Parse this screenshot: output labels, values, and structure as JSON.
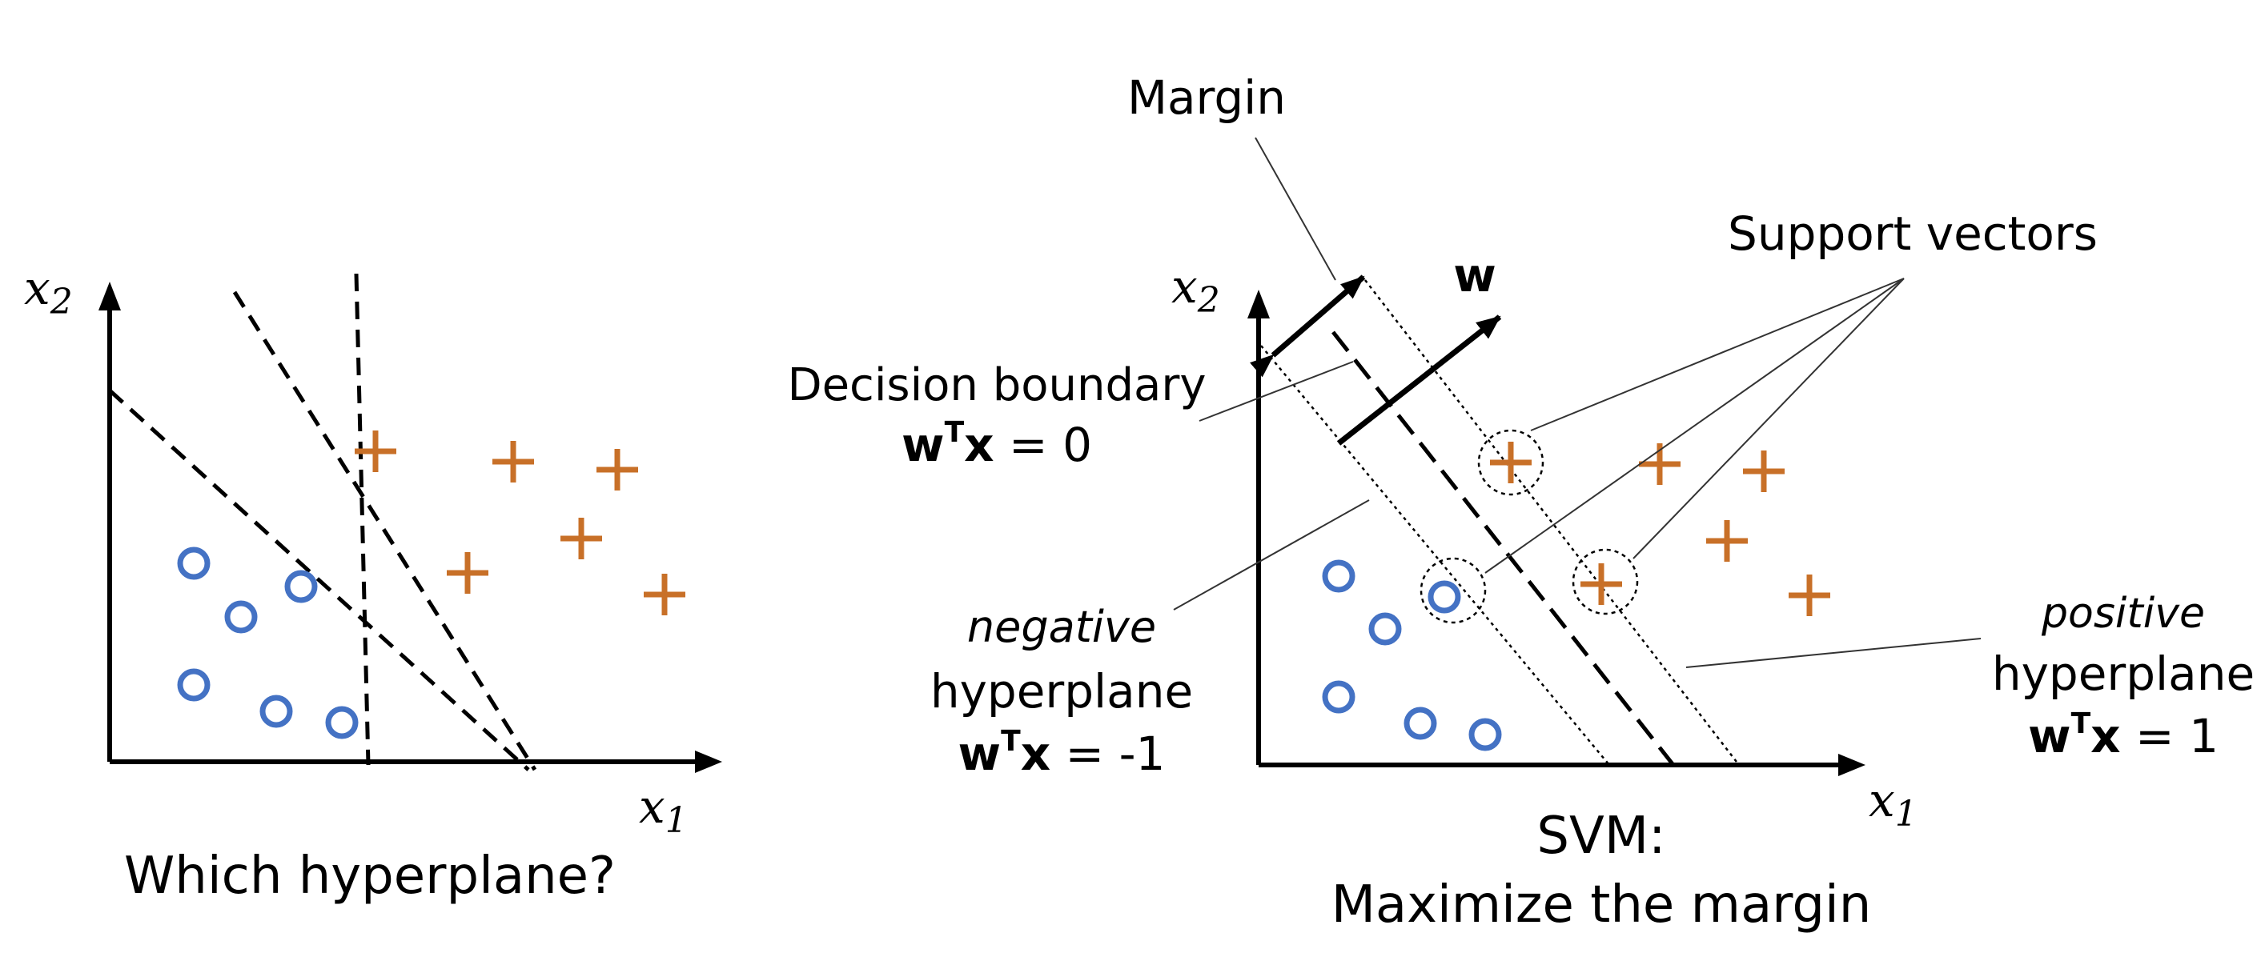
{
  "colors": {
    "negative": "#4472c4",
    "positive": "#c87028",
    "ink": "#000000",
    "leader": "#333333"
  },
  "icons": {
    "negative_marker": "circle-icon",
    "positive_marker": "plus-icon"
  },
  "left": {
    "x1_var": "x",
    "x1_sub": "1",
    "x2_var": "x",
    "x2_sub": "2",
    "caption": "Which hyperplane?"
  },
  "right": {
    "x1_var": "x",
    "x1_sub": "1",
    "x2_var": "x",
    "x2_sub": "2",
    "margin_label": "Margin",
    "w_label": "w",
    "support_vectors_label": "Support vectors",
    "decision_boundary_label": "Decision boundary",
    "decision_eq": {
      "w": "w",
      "sup": "T",
      "x": "x",
      "rest": " = 0"
    },
    "negative_label": "negative",
    "negative_hyperplane_label": "hyperplane",
    "negative_eq": {
      "w": "w",
      "sup": "T",
      "x": "x",
      "rest": " = -1"
    },
    "positive_label": "positive",
    "positive_hyperplane_label": "hyperplane",
    "positive_eq": {
      "w": "w",
      "sup": "T",
      "x": "x",
      "rest": " = 1"
    },
    "caption_line1": "SVM:",
    "caption_line2": "Maximize the margin"
  }
}
